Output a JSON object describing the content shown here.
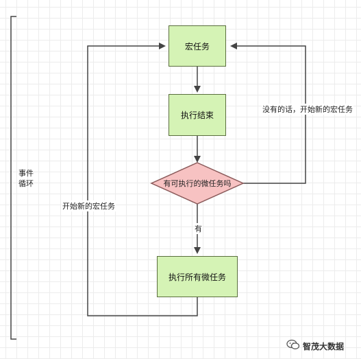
{
  "nodes": {
    "macro_task": "宏任务",
    "exec_end": "执行结束",
    "has_micro": "有可执行的微任务吗",
    "exec_all_micro": "执行所有微任务"
  },
  "labels": {
    "event_loop_line1": "事件",
    "event_loop_line2": "循环",
    "start_new_macro_left": "开始新的宏任务",
    "no_start_new_macro_right": "没有的话，开始新的宏任务",
    "yes": "有"
  },
  "watermark": {
    "text": "智茂大数据",
    "icon": "wechat-icon"
  },
  "colors": {
    "node_fill": "#d5f3b5",
    "diamond_fill": "#f7c2c2",
    "line": "#444444"
  }
}
